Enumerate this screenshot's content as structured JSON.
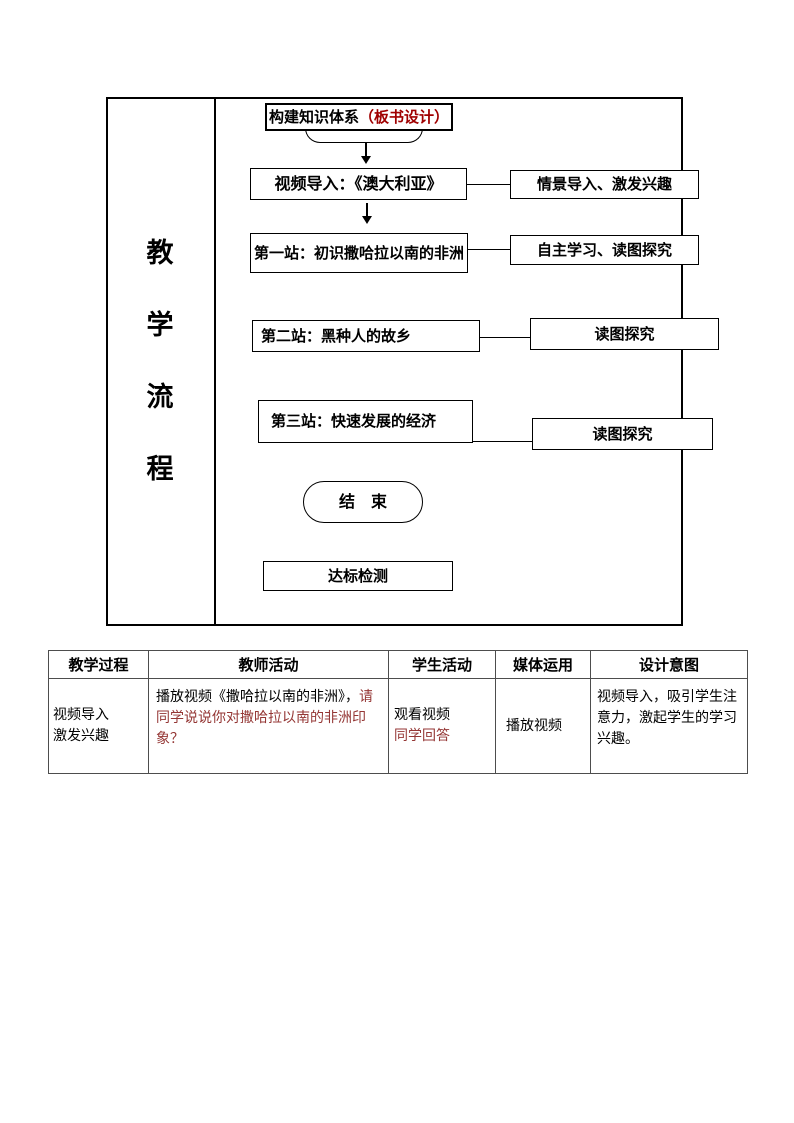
{
  "colors": {
    "flow_red": "#a00000",
    "table_red": "#943634",
    "line_color": "#000000",
    "table_border": "#4d4d4d"
  },
  "flowchart": {
    "side_label": "教学流程",
    "side_chars": [
      "教",
      "学",
      "流",
      "程"
    ],
    "top_box": {
      "black": "构建知识体系",
      "red": "（板书设计）"
    },
    "video_box": "视频导入：《澳大利亚》",
    "video_note": "情景导入、激发兴趣",
    "station1_box": "第一站：初识撒哈拉以南的非洲",
    "station1_note": "自主学习、读图探究",
    "station2_box": "第二站：黑种人的故乡",
    "station2_note": "读图探究",
    "station3_box": "第三站：快速发展的经济",
    "station3_note": "读图探究",
    "end_oval": "结　束",
    "check_box": "达标检测"
  },
  "table": {
    "headers": [
      "教学过程",
      "教师活动",
      "学生活动",
      "媒体运用",
      "设计意图"
    ],
    "row": {
      "process_line1": "视频导入",
      "process_line2": "激发兴趣",
      "teacher_black": "播放视频《撒哈拉以南的非洲》，",
      "teacher_red": "请同学说说你对撒哈拉以南的非洲印象？",
      "student_black": "观看视频",
      "student_red": "同学回答",
      "media": "播放视频",
      "intent": "视频导入，吸引学生注意力，激起学生的学习兴趣。"
    }
  }
}
